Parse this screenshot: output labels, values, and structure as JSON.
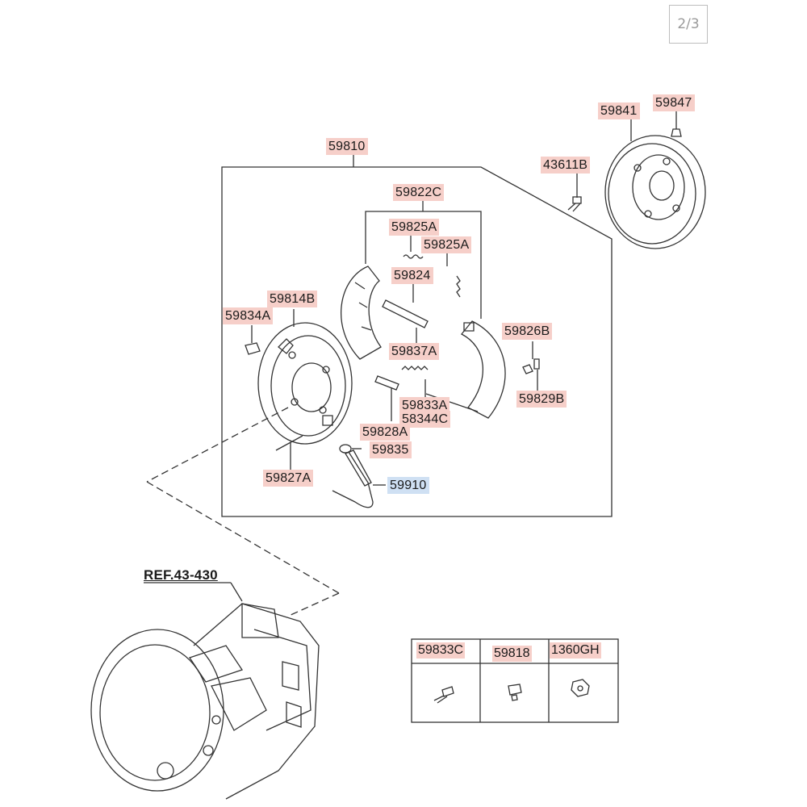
{
  "page_indicator": "2/3",
  "diagram": {
    "labels": {
      "l59810": "59810",
      "l59841": "59841",
      "l59847": "59847",
      "l43611B": "43611B",
      "l59822C": "59822C",
      "l59825A_1": "59825A",
      "l59825A_2": "59825A",
      "l59824": "59824",
      "l59814B": "59814B",
      "l59834A": "59834A",
      "l59837A": "59837A",
      "l59826B": "59826B",
      "l59829B": "59829B",
      "l59833A": "59833A",
      "l58344C": "58344C",
      "l59828A": "59828A",
      "l59835": "59835",
      "l59827A": "59827A",
      "l59910": "59910",
      "ref": "REF.43-430"
    },
    "parts_table": {
      "headers": [
        "59833C",
        "59818",
        "1360GH"
      ]
    }
  }
}
